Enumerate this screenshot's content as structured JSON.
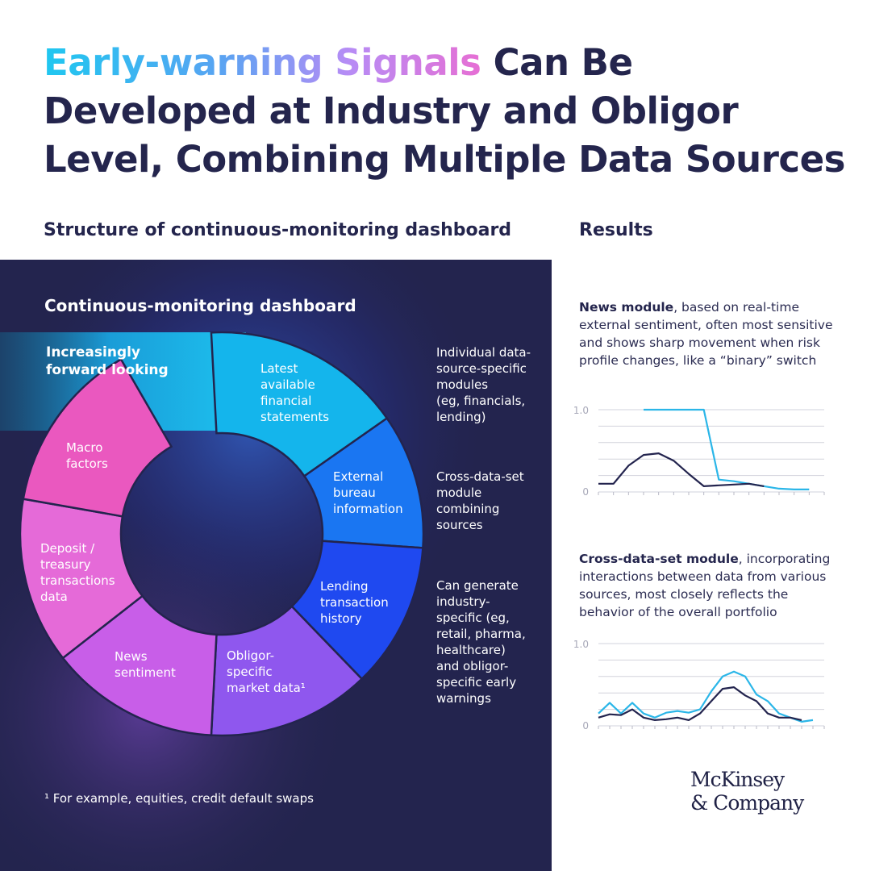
{
  "headline": {
    "highlight": "Early-warning Signals",
    "line1_rest": " Can Be",
    "line2": "Developed at Industry and Obligor",
    "line3": "Level, Combining Multiple Data Sources"
  },
  "left_heading": "Structure of continuous-monitoring dashboard",
  "right_heading": "Results",
  "dashboard": {
    "title": "Continuous-monitoring dashboard",
    "forward_label": [
      "Increasingly",
      "forward looking"
    ],
    "segments": [
      {
        "label": [
          "Latest",
          "available",
          "financial",
          "statements"
        ]
      },
      {
        "label": [
          "External",
          "bureau",
          "information"
        ]
      },
      {
        "label": [
          "Lending",
          "transaction",
          "history"
        ]
      },
      {
        "label": [
          "Obligor-",
          "specific",
          "market data¹"
        ]
      },
      {
        "label": [
          "News",
          "sentiment"
        ]
      },
      {
        "label": [
          "Deposit /",
          "treasury",
          "transactions",
          "data"
        ]
      },
      {
        "label": [
          "Macro",
          "factors"
        ]
      }
    ],
    "side_notes": [
      [
        "Individual data-",
        "source-specific",
        "modules",
        "(eg, financials,",
        "lending)"
      ],
      [
        "Cross-data-set",
        "module",
        "combining",
        "sources"
      ],
      [
        "Can generate",
        "industry-",
        "specific (eg,",
        "retail, pharma,",
        "healthcare)",
        "and obligor-",
        "specific early",
        "warnings"
      ]
    ],
    "footnote": "¹ For example, equities, credit default swaps"
  },
  "results": {
    "news": {
      "bold": "News module",
      "rest": ", based on real-time external sentiment, often most sensitive and shows sharp movement when risk profile changes, like a “binary” switch"
    },
    "cross": {
      "bold": "Cross-data-set module",
      "rest": ", incorporating interactions between data from various sources, most closely reflects the behavior of the overall portfolio"
    }
  },
  "logo": [
    "McKinsey",
    "& Company"
  ],
  "chart_data": [
    {
      "type": "line",
      "x": [
        1,
        2,
        3,
        4,
        5,
        6,
        7,
        8,
        9,
        10,
        11,
        12,
        13,
        14,
        15,
        16
      ],
      "ylim": [
        0,
        1
      ],
      "yticks": [
        "0",
        "1.0"
      ],
      "series": [
        {
          "color": "#2bb6e8",
          "values": [
            null,
            null,
            null,
            1.0,
            1.0,
            1.0,
            1.0,
            1.0,
            0.15,
            0.13,
            0.1,
            0.07,
            0.04,
            0.03,
            0.03,
            null
          ]
        },
        {
          "color": "#23244e",
          "values": [
            0.1,
            0.1,
            0.32,
            0.45,
            0.47,
            0.38,
            0.22,
            0.07,
            0.08,
            0.09,
            0.1,
            0.07,
            null,
            null,
            null,
            null
          ]
        }
      ]
    },
    {
      "type": "line",
      "x": [
        1,
        2,
        3,
        4,
        5,
        6,
        7,
        8,
        9,
        10,
        11,
        12,
        13,
        14,
        15,
        16,
        17,
        18,
        19,
        20,
        21
      ],
      "ylim": [
        0,
        1
      ],
      "yticks": [
        "0",
        "1.0"
      ],
      "series": [
        {
          "color": "#2bb6e8",
          "values": [
            0.15,
            0.28,
            0.15,
            0.28,
            0.15,
            0.1,
            0.16,
            0.18,
            0.16,
            0.2,
            0.42,
            0.6,
            0.66,
            0.6,
            0.38,
            0.3,
            0.15,
            0.1,
            0.05,
            0.07,
            null
          ]
        },
        {
          "color": "#23244e",
          "values": [
            0.1,
            0.14,
            0.13,
            0.2,
            0.1,
            0.07,
            0.08,
            0.1,
            0.07,
            0.15,
            0.3,
            0.45,
            0.47,
            0.37,
            0.3,
            0.15,
            0.1,
            0.1,
            0.07,
            null,
            null
          ]
        }
      ]
    }
  ]
}
